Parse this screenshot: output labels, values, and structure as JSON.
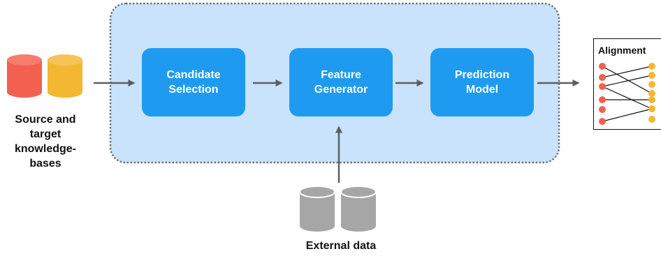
{
  "pipeline": {
    "stages": [
      {
        "label": "Candidate\nSelection"
      },
      {
        "label": "Feature\nGenerator"
      },
      {
        "label": "Prediction\nModel"
      }
    ]
  },
  "source": {
    "label": "Source and\ntarget\nknowledge-\nbases",
    "colors": {
      "source_db": "#F4604F",
      "target_db": "#F4B731"
    }
  },
  "external": {
    "label": "External data",
    "color": "#A6A6A6"
  },
  "alignment": {
    "title": "Alignment",
    "left_node_color": "#F4604F",
    "right_node_color": "#F4B731"
  },
  "colors": {
    "stage_fill": "#1E9BF0",
    "container_fill": "#C8E3FB",
    "container_border": "#6E7275",
    "arrow": "#5E5E5E"
  }
}
